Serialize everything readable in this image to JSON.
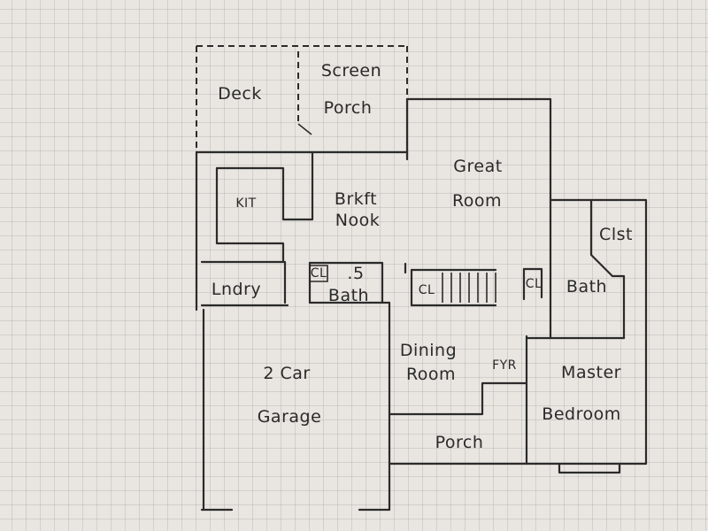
{
  "rooms": {
    "deck": "Deck",
    "screen": "Screen",
    "porch_top": "Porch",
    "kit": "KIT",
    "brkft": "Brkft",
    "nook": "Nook",
    "great": "Great",
    "room": "Room",
    "clst": "Clst",
    "lndry": "Lndry",
    "cl_half": "CL",
    "half": ".5",
    "bath_half": "Bath",
    "cl_stair": "CL",
    "cl_master": "CL",
    "bath_master": "Bath",
    "dining": "Dining",
    "dining_room": "Room",
    "fyr": "FYR",
    "master": "Master",
    "bedroom": "Bedroom",
    "two_car": "2 Car",
    "garage": "Garage",
    "porch_front": "Porch"
  }
}
